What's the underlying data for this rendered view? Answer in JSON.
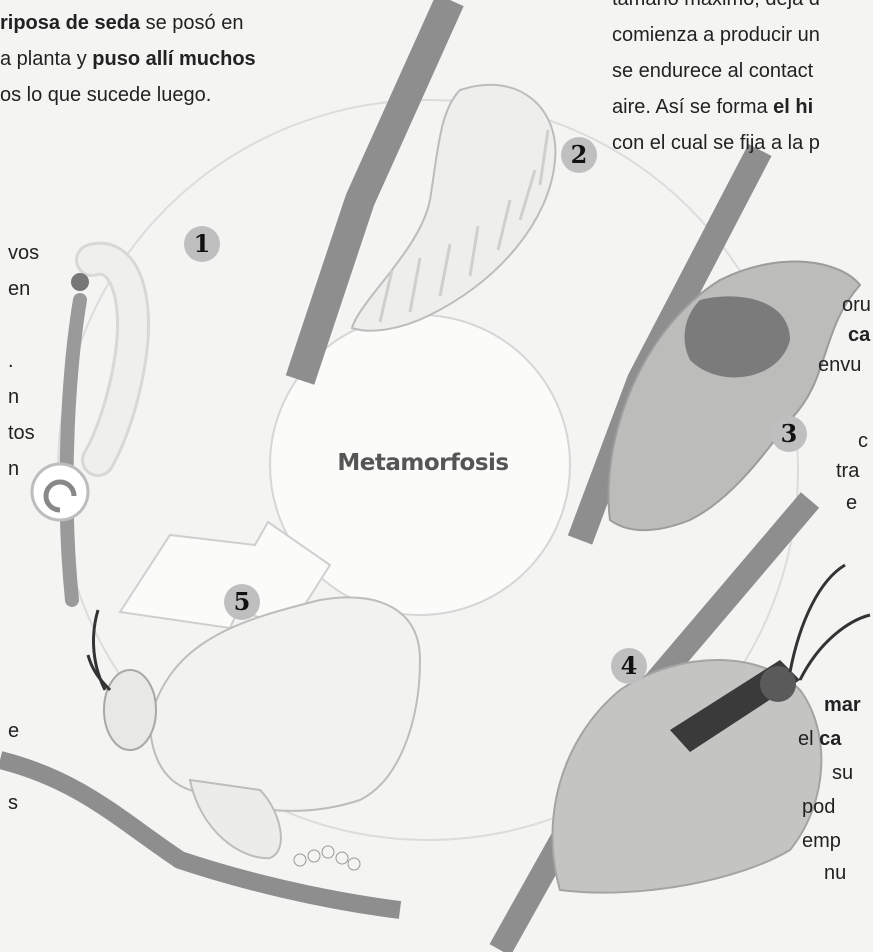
{
  "center_title": "Metamorfosis",
  "stage_numbers": [
    "1",
    "2",
    "3",
    "4",
    "5"
  ],
  "top_left": {
    "line1_bold": "riposa de seda",
    "line1_rest": " se posó en",
    "line2_pre": "a planta y ",
    "line2_bold": "puso allí muchos",
    "line3": "os lo que sucede luego."
  },
  "top_right": {
    "line0": "tamaño máximo, deja d",
    "line1": "comienza a producir un",
    "line2": "se endurece al contact",
    "line3_pre": "aire. Así se forma ",
    "line3_bold": "el hi",
    "line4": "con el cual se fija a la p"
  },
  "left_fragments": [
    "vos",
    "en",
    ".",
    "n",
    "tos",
    "n"
  ],
  "left_lower_fragments": [
    "e",
    "s"
  ],
  "right_mid": {
    "line1": "oru",
    "line2_bold": "ca",
    "line3": "envu",
    "line4": "c",
    "line5": "tra",
    "line6": "e"
  },
  "right_low": {
    "line1_bold": "mar",
    "line2_pre": "el ",
    "line2_bold": "ca",
    "line3": "su",
    "line4": "pod",
    "line5": "emp",
    "line6": "nu"
  },
  "colors": {
    "background": "#f4f4f2",
    "branch": "#8c8c8c",
    "larva": "#eeeeec",
    "chrysalis": "#a8a8a8",
    "badge": "#bfbfbf",
    "text": "#222222"
  },
  "icons": [
    "caterpillar-stage-1",
    "caterpillar-stage-2",
    "chrysalis-stage-3",
    "emerging-moth-stage-4",
    "silk-moth-stage-5",
    "egg-cluster"
  ]
}
